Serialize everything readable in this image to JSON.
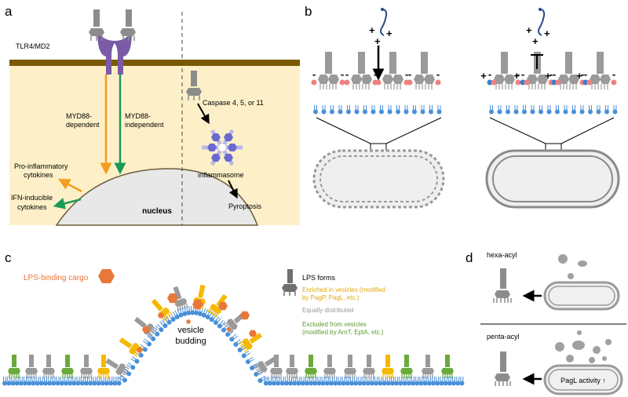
{
  "panel_a": {
    "label": "a",
    "receptor": "TLR4/MD2",
    "myd88_dep_line1": "MYD88-",
    "myd88_dep_line2": "dependent",
    "myd88_indep_line1": "MYD88-",
    "myd88_indep_line2": "independent",
    "proinflam_line1": "Pro-inflammatory",
    "proinflam_line2": "cytokines",
    "ifn_line1": "IFN-inducible",
    "ifn_line2": "cytokines",
    "nucleus": "nucleus",
    "caspase": "Caspase 4, 5, or 11",
    "inflammasome": "inflammasome",
    "pyroptosis": "Pyroptosis"
  },
  "panel_b": {
    "label": "b",
    "minus": "-",
    "plus": "+"
  },
  "panel_c": {
    "label": "c",
    "cargo": "LPS-binding cargo",
    "lps_forms": "LPS forms",
    "enriched_line1": "Enriched in vesicles (modified",
    "enriched_line2": "by PagP, PagL, etc.)",
    "equal": "Equally distributed",
    "excluded_line1": "Excluded from vesicles",
    "excluded_line2": "(modified by ArnT, EptA, etc.)",
    "vesicle_line1": "vesicle",
    "vesicle_line2": "budding"
  },
  "panel_d": {
    "label": "d",
    "hexa": "hexa-acyl",
    "penta": "penta-acyl",
    "pagl": "PagL activity ↑"
  },
  "colors": {
    "membrane_brown": "#7a5a00",
    "cytoplasm": "#fdf0c8",
    "receptor_purple": "#7b5aa6",
    "orange": "#f39c1f",
    "green": "#1a9a5a",
    "lps_gray": "#8c8c8c",
    "lipid_blue": "#4a90d9",
    "pink": "#f08080",
    "enriched_yellow": "#f5b800",
    "excluded_green": "#6aaa3a",
    "cargo_orange": "#e8783a"
  }
}
